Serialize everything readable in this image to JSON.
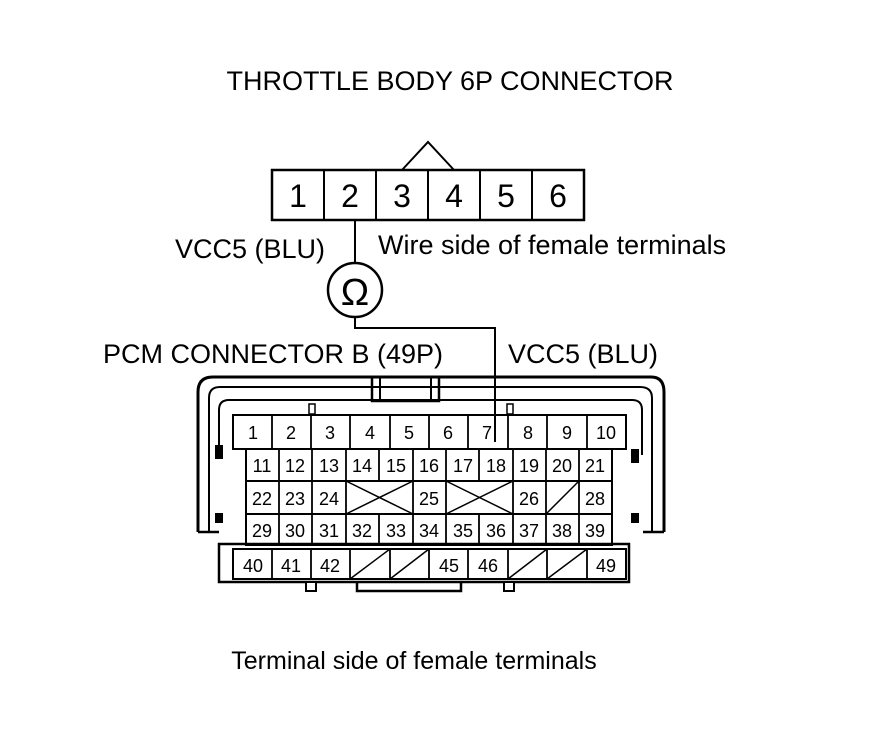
{
  "title": "THROTTLE BODY 6P CONNECTOR",
  "tb_connector": {
    "pins": [
      "1",
      "2",
      "3",
      "4",
      "5",
      "6"
    ],
    "wire_label": "VCC5 (BLU)",
    "side_label": "Wire side of female terminals"
  },
  "meter": {
    "symbol": "Ω"
  },
  "pcm_connector": {
    "label": "PCM CONNECTOR B (49P)",
    "wire_label": "VCC5 (BLU)",
    "side_label": "Terminal side of female terminals",
    "row1": [
      "1",
      "2",
      "3",
      "4",
      "5",
      "6",
      "7",
      "8",
      "9",
      "10"
    ],
    "row2": [
      "11",
      "12",
      "13",
      "14",
      "15",
      "16",
      "17",
      "18",
      "19",
      "20",
      "21"
    ],
    "row3": [
      "22",
      "23",
      "24",
      "25",
      "26",
      "28"
    ],
    "row4": [
      "29",
      "30",
      "31",
      "32",
      "33",
      "34",
      "35",
      "36",
      "37",
      "38",
      "39"
    ],
    "row5": [
      "40",
      "41",
      "42",
      "45",
      "46",
      "49"
    ]
  }
}
